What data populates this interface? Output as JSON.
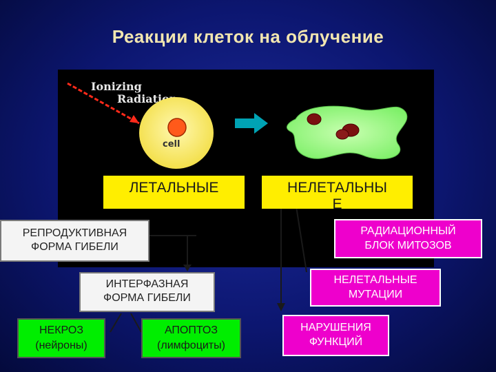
{
  "title": "Реакции клеток на облучение",
  "photo": {
    "radiation_line1": "Ionizing",
    "radiation_line2": "Radiation",
    "cell_label": "cell"
  },
  "labels": {
    "lethal": "ЛЕТАЛЬНЫЕ",
    "nonlethal_l1": "НЕЛЕТАЛЬНЫ",
    "nonlethal_l2": "Е",
    "reproductive_l1": "РЕПРОДУКТИВНАЯ",
    "reproductive_l2": "ФОРМА ГИБЕЛИ",
    "mitotic_block_l1": "РАДИАЦИОННЫЙ",
    "mitotic_block_l2": "БЛОК МИТОЗОВ",
    "interphase_l1": "ИНТЕРФАЗНАЯ",
    "interphase_l2": "ФОРМА ГИБЕЛИ",
    "nonlethal_mut_l1": "НЕЛЕТАЛЬНЫЕ",
    "nonlethal_mut_l2": "МУТАЦИИ",
    "necrosis_l1": "НЕКРОЗ",
    "necrosis_l2": "(нейроны)",
    "apoptosis_l1": "АПОПТОЗ",
    "apoptosis_l2": "(лимфоциты)",
    "dysfunction_l1": "НАРУШЕНИЯ",
    "dysfunction_l2": "ФУНКЦИЙ"
  },
  "colors": {
    "title": "#f2e6b0",
    "lethal_box": "#ffee00",
    "magenta_box": "#ee00cc",
    "green_box": "#00ee00",
    "cell": "#fff07a",
    "nucleus": "#ff5a1a",
    "damaged_cell": "#9cff7a",
    "arrow": "#00a3b4"
  }
}
